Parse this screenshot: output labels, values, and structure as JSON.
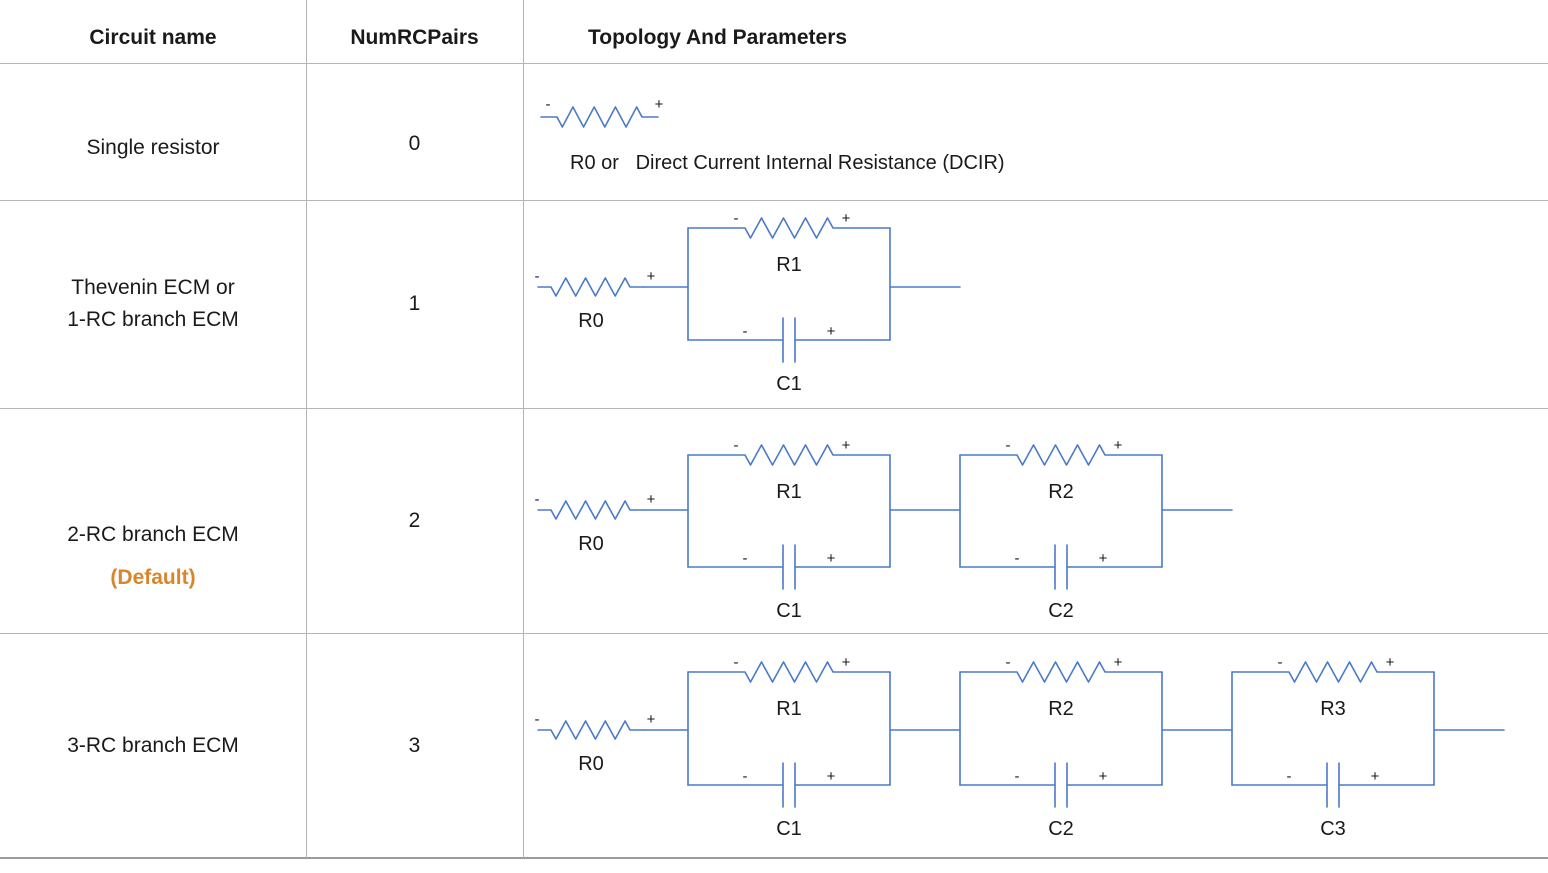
{
  "colors": {
    "wire_blue": "#4a7ac8",
    "default_orange": "#d9852b",
    "grid_line": "#b5b5b5",
    "text": "#1a1a1a"
  },
  "signs": {
    "minus": "-",
    "plus": "+"
  },
  "table": {
    "columns": [
      {
        "label": "Circuit name"
      },
      {
        "label": "NumRCPairs"
      },
      {
        "label": "Topology And Parameters"
      }
    ],
    "rows": [
      {
        "name_lines": [
          "Single resistor"
        ],
        "num_rc_pairs": "0",
        "circuit": {
          "rc_pairs": [],
          "caption": "R0 or   Direct Current Internal Resistance (DCIR)"
        }
      },
      {
        "name_lines": [
          "Thevenin ECM or",
          "1-RC branch ECM"
        ],
        "num_rc_pairs": "1",
        "circuit": {
          "series_resistor_label": "R0",
          "rc_pairs": [
            {
              "resistor": "R1",
              "capacitor": "C1"
            }
          ]
        }
      },
      {
        "name_lines": [
          "2-RC branch ECM"
        ],
        "badge": "(Default)",
        "num_rc_pairs": "2",
        "circuit": {
          "series_resistor_label": "R0",
          "rc_pairs": [
            {
              "resistor": "R1",
              "capacitor": "C1"
            },
            {
              "resistor": "R2",
              "capacitor": "C2"
            }
          ]
        }
      },
      {
        "name_lines": [
          "3-RC branch ECM"
        ],
        "num_rc_pairs": "3",
        "circuit": {
          "series_resistor_label": "R0",
          "rc_pairs": [
            {
              "resistor": "R1",
              "capacitor": "C1"
            },
            {
              "resistor": "R2",
              "capacitor": "C2"
            },
            {
              "resistor": "R3",
              "capacitor": "C3"
            }
          ]
        }
      }
    ]
  }
}
